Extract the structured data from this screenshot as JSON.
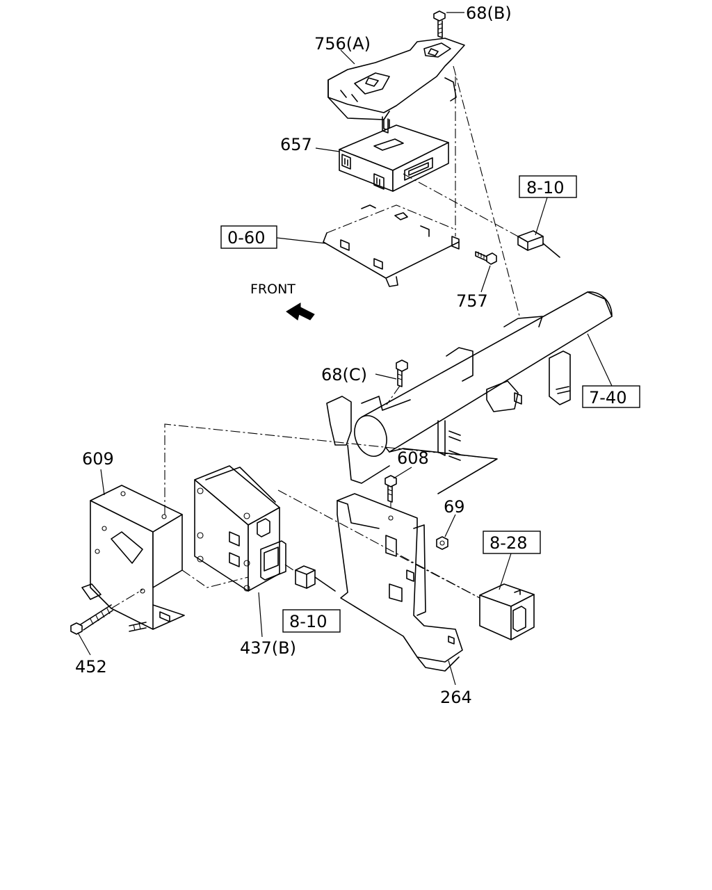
{
  "labels": {
    "p68b": "68(B)",
    "p756a": "756(A)",
    "p657": "657",
    "ref810a": "8-10",
    "ref060": "0-60",
    "p757": "757",
    "front": "FRONT",
    "p68c": "68(C)",
    "ref740": "7-40",
    "p609": "609",
    "p608": "608",
    "p69": "69",
    "ref828": "8-28",
    "ref810b": "8-10",
    "p437b": "437(B)",
    "p452": "452",
    "p264": "264"
  },
  "icons": {
    "front_arrow": "arrow-left-icon"
  }
}
